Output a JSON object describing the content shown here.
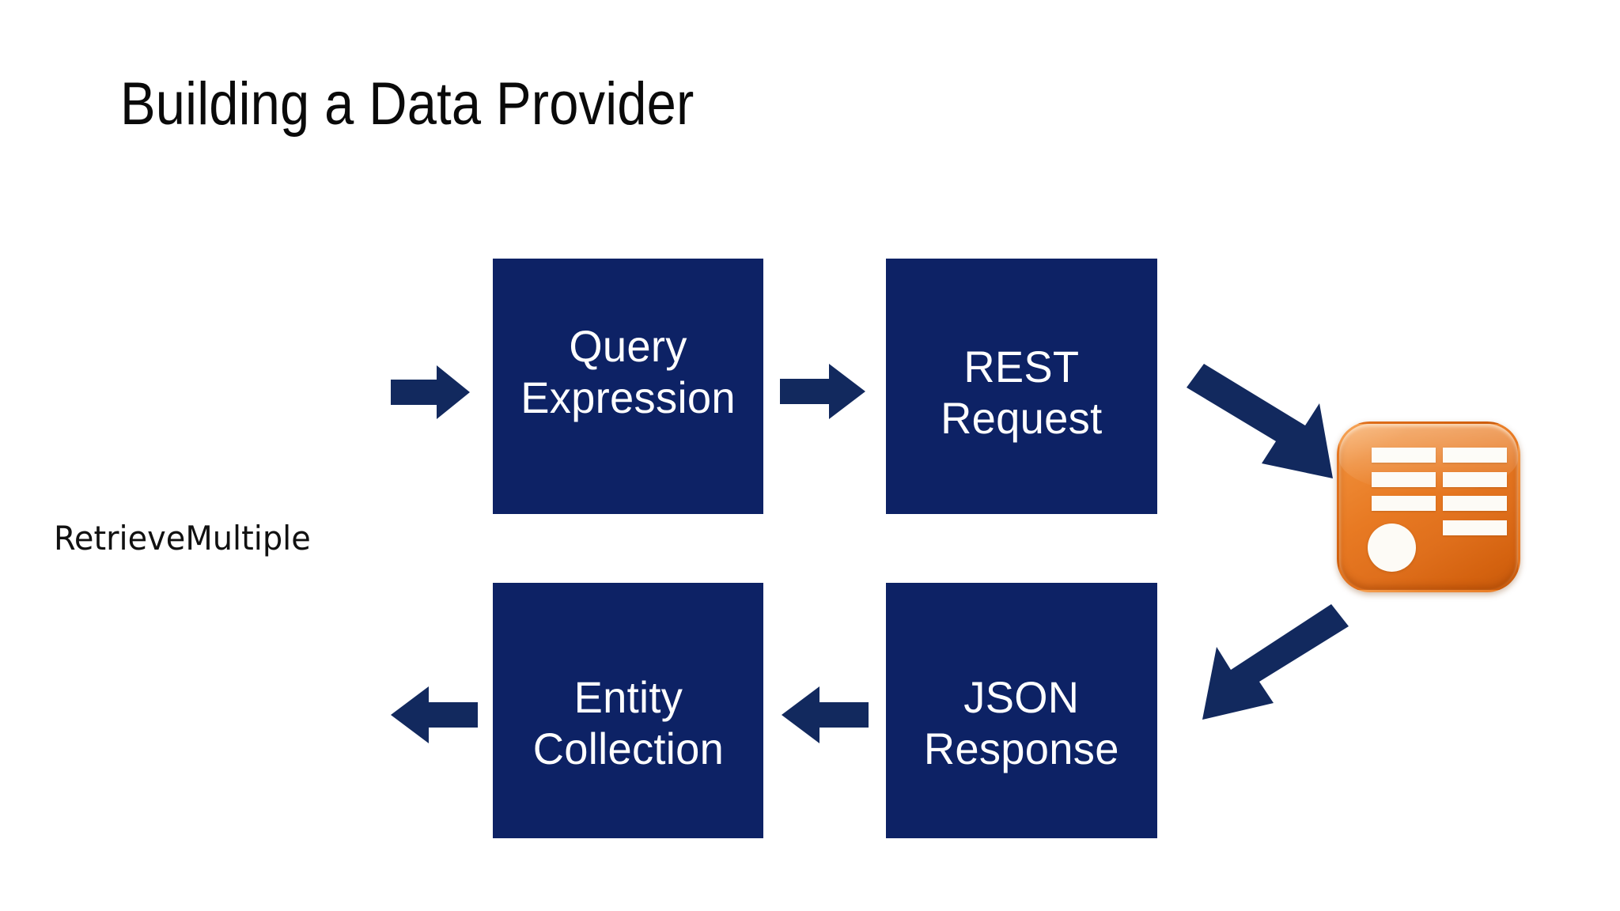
{
  "slide": {
    "title": "Building a Data Provider",
    "background_color": "#ffffff",
    "caption": "RetrieveMultiple"
  },
  "theme": {
    "box_fill": "#0d2265",
    "box_text_color": "#ffffff",
    "arrow_fill": "#12295e",
    "icon_orange_light": "#f7a558",
    "icon_orange_dark": "#c75a0c",
    "title_color": "#0a0a0a"
  },
  "diagram": {
    "type": "flow",
    "boxes": [
      {
        "id": "query-expression",
        "label": "Query\nExpression",
        "row": "top",
        "column": 1
      },
      {
        "id": "rest-request",
        "label": "REST\nRequest",
        "row": "top",
        "column": 2
      },
      {
        "id": "entity-collection",
        "label": "Entity\nCollection",
        "row": "bottom",
        "column": 1
      },
      {
        "id": "json-response",
        "label": "JSON\nResponse",
        "row": "bottom",
        "column": 2
      }
    ],
    "icon": {
      "name": "external-data-source-icon",
      "left_bars": 3,
      "right_bars": 4,
      "circles": 1
    },
    "arrows": [
      {
        "id": "input-arrow",
        "direction": "right",
        "from": "retrieve-multiple",
        "to": "query-expression"
      },
      {
        "id": "query-to-rest-arrow",
        "direction": "right",
        "from": "query-expression",
        "to": "rest-request"
      },
      {
        "id": "rest-to-icon-arrow",
        "direction": "down-right",
        "from": "rest-request",
        "to": "external-data-source"
      },
      {
        "id": "icon-to-json-arrow",
        "direction": "down-left",
        "from": "external-data-source",
        "to": "json-response"
      },
      {
        "id": "json-to-entity-arrow",
        "direction": "left",
        "from": "json-response",
        "to": "entity-collection"
      },
      {
        "id": "output-arrow",
        "direction": "left",
        "from": "entity-collection",
        "to": "retrieve-multiple"
      }
    ]
  }
}
